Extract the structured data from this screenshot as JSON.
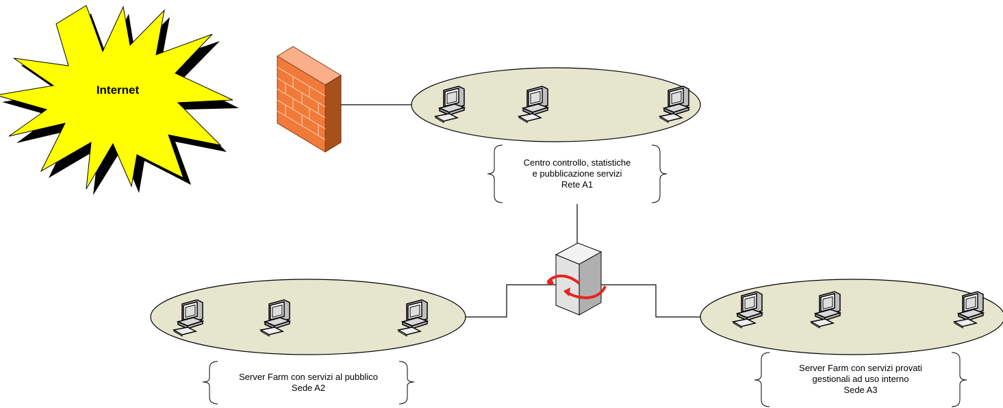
{
  "internet": {
    "label": "Internet"
  },
  "networks": [
    {
      "id": "a1",
      "lines": [
        "Centro controllo, statistiche",
        "e pubblicazione servizi",
        "Rete A1"
      ]
    },
    {
      "id": "a2",
      "lines": [
        "Server Farm con servizi al pubblico",
        "Sede A2"
      ]
    },
    {
      "id": "a3",
      "lines": [
        "Server Farm con servizi provati",
        "gestionali ad uso interno",
        "Sede A3"
      ]
    }
  ],
  "colors": {
    "ellipse_fill": "#e6e6cf",
    "starburst": "#ffff00",
    "firewall": "#f07a3a",
    "router_arrow": "#e8221e"
  }
}
